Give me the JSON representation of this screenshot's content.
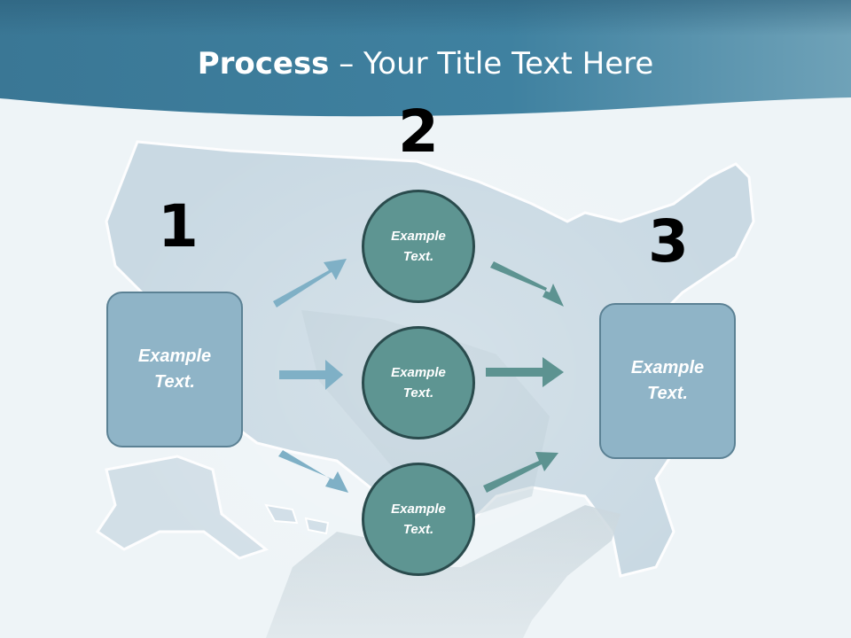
{
  "title": {
    "bold": "Process",
    "rest": " – Your Title Text Here"
  },
  "steps": {
    "one": "1",
    "two": "2",
    "three": "3"
  },
  "nodes": {
    "left_box": "Example Text.",
    "circle_top": "Example Text.",
    "circle_middle": "Example Text.",
    "circle_bottom": "Example Text.",
    "right_box": "Example Text."
  },
  "colors": {
    "header_band": "#2e6d8c",
    "box_fill": "#8fb4c7",
    "circle_fill": "#5e9592",
    "arrow_left": "#7fb0c6",
    "arrow_right": "#5d9391"
  }
}
